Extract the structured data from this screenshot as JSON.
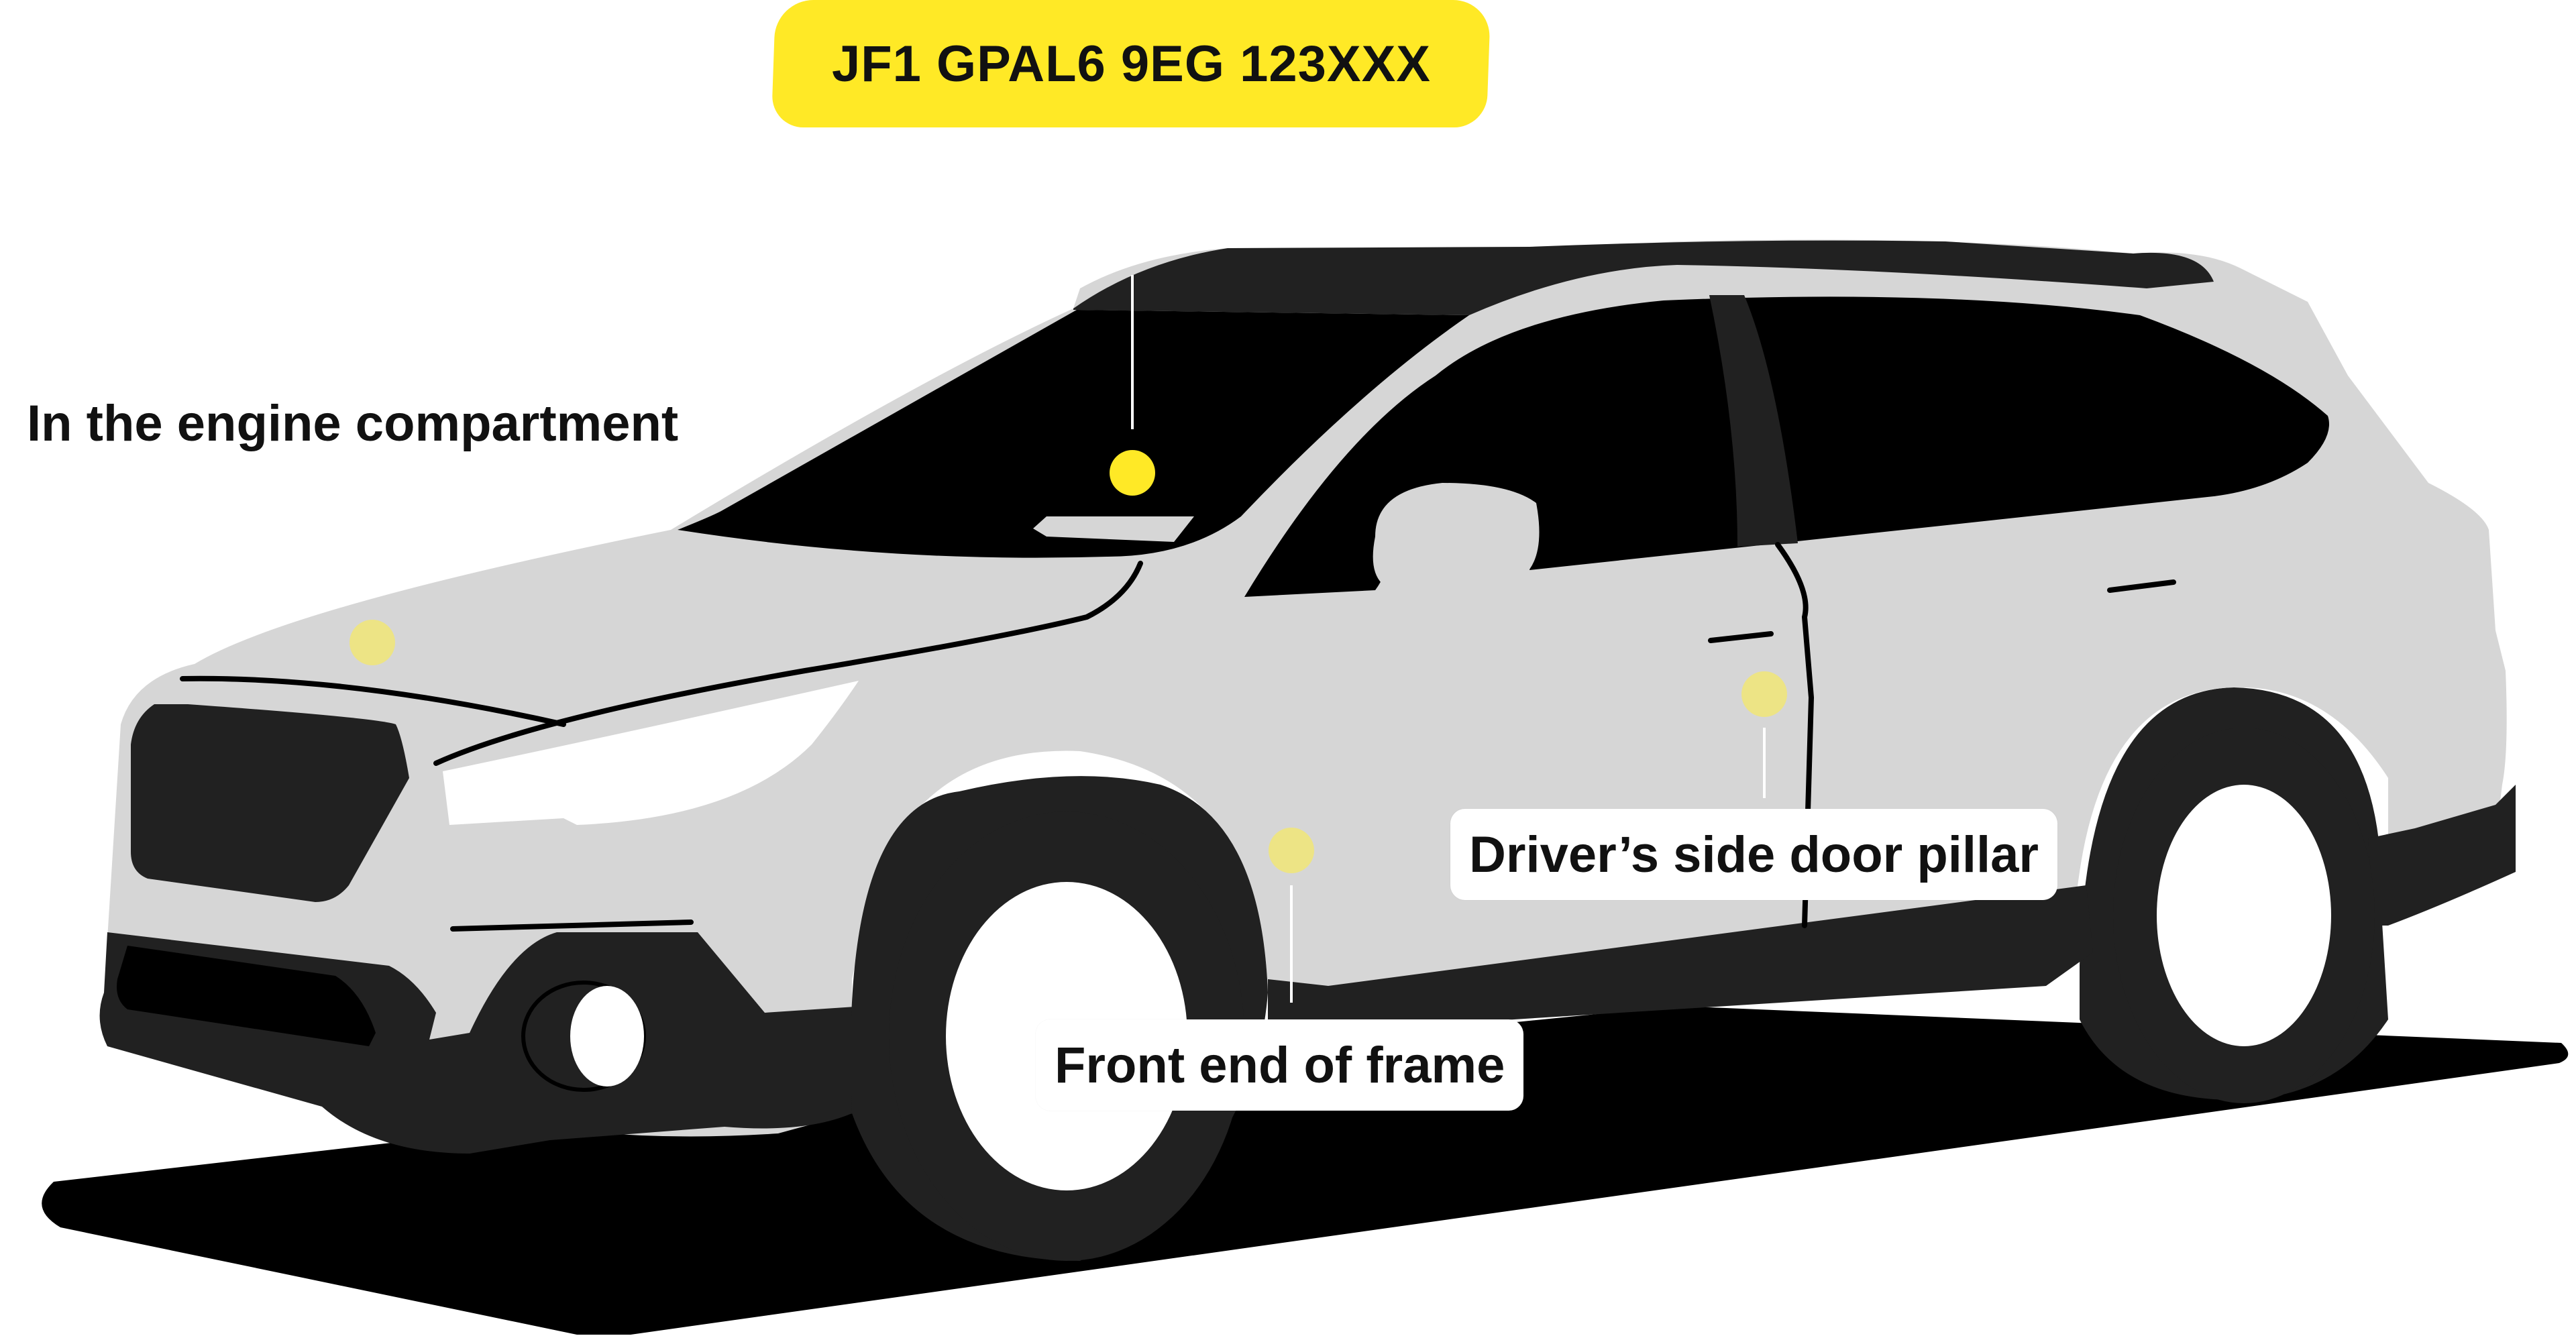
{
  "vin": {
    "text": "JF1 GPAL6 9EG 123XXX",
    "badge_color": "#ffe926"
  },
  "locations": [
    {
      "id": "engine",
      "label": "In the engine compartment",
      "style": "plain"
    },
    {
      "id": "door",
      "label": "Driver’s side door pillar",
      "style": "boxed"
    },
    {
      "id": "frame",
      "label": "Front end of frame",
      "style": "boxed"
    },
    {
      "id": "dashboard",
      "label": "",
      "style": "marker-only"
    }
  ],
  "colors": {
    "body": "#d6d6d6",
    "dark": "#212121",
    "black": "#000000",
    "marker_active": "#ffe926",
    "marker_dim": "#ede485",
    "wheel_hole": "#ffffff"
  }
}
